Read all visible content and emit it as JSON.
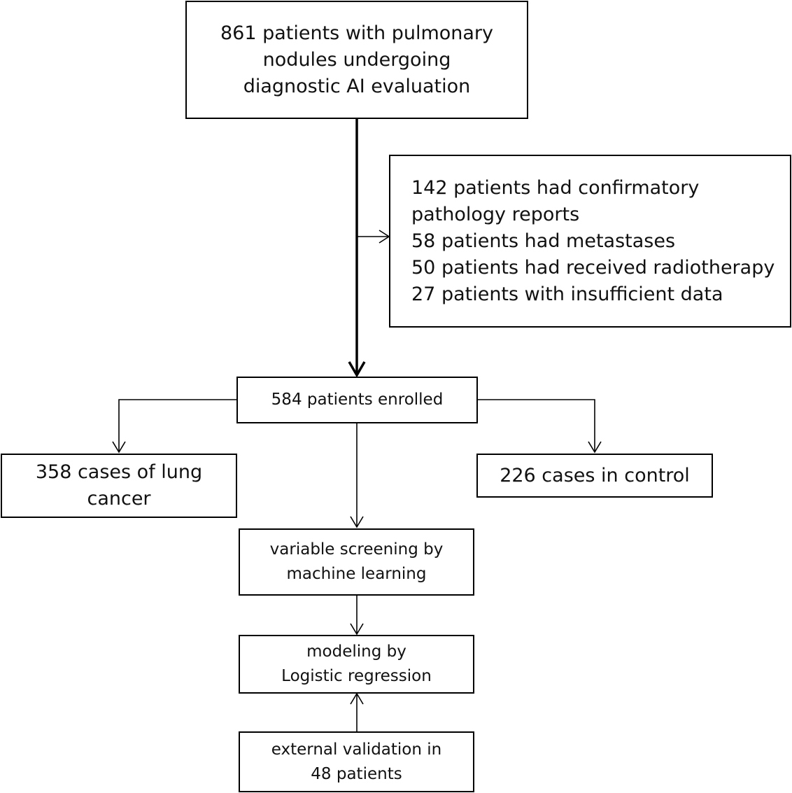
{
  "flowchart": {
    "start": {
      "lines": [
        "861 patients with pulmonary",
        "nodules undergoing",
        "diagnostic AI evaluation"
      ]
    },
    "exclusion": {
      "lines": [
        "142 patients had confirmatory",
        "pathology reports",
        "58 patients had metastases",
        "50 patients had received radiotherapy",
        "27 patients with insufficient data"
      ]
    },
    "enrolled": {
      "lines": [
        "584 patients enrolled"
      ]
    },
    "lung_cancer": {
      "lines": [
        "358 cases of lung",
        "cancer"
      ]
    },
    "control": {
      "lines": [
        "226 cases in control"
      ]
    },
    "screening": {
      "lines": [
        "variable screening by",
        "machine learning"
      ]
    },
    "modeling": {
      "lines": [
        "modeling by",
        "Logistic regression"
      ]
    },
    "validation": {
      "lines": [
        "external validation in",
        "48 patients"
      ]
    }
  },
  "colors": {
    "stroke": "#000000",
    "text": "#111111",
    "background": "#ffffff"
  }
}
